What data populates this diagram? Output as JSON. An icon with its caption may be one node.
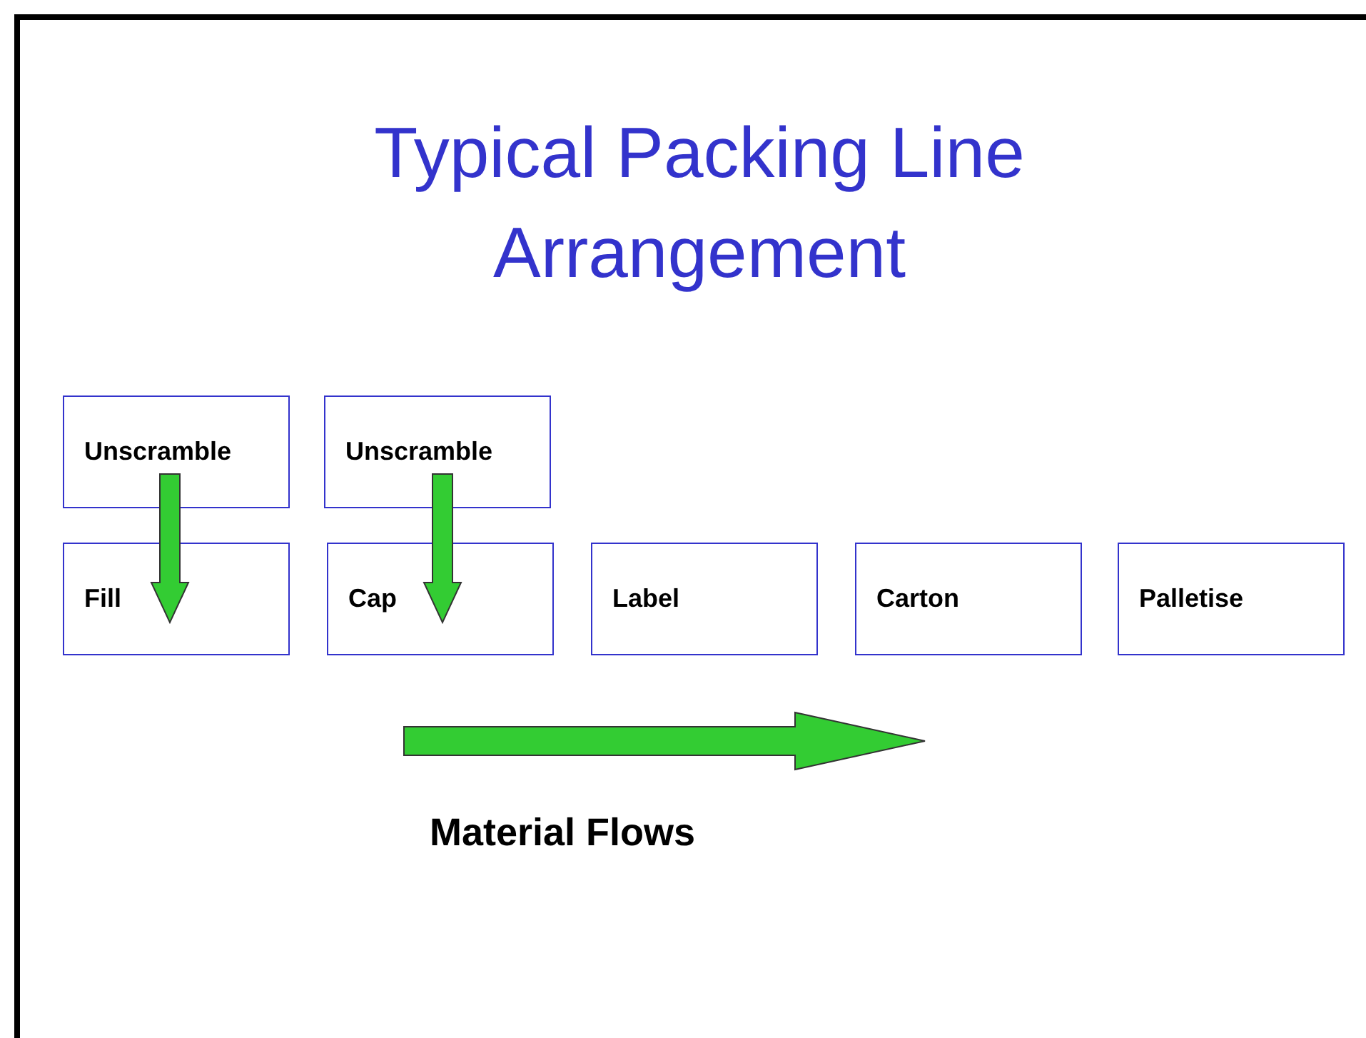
{
  "diagram": {
    "title": "Typical Packing Line Arrangement",
    "nodes": [
      {
        "text": [
          "Unscramble"
        ]
      },
      {
        "text": [
          "Unscramble"
        ]
      },
      {
        "text": [
          "Fill"
        ]
      },
      {
        "text": [
          "Cap"
        ]
      },
      {
        "text": [
          "Label"
        ]
      },
      {
        "text": [
          "Carton"
        ]
      },
      {
        "text": [
          "Palletise"
        ]
      }
    ],
    "edges": [
      {
        "from": 0,
        "to": 2,
        "arrow": "to",
        "style": "thick",
        "color": "#33cc33"
      },
      {
        "from": 1,
        "to": 3,
        "arrow": "to",
        "style": "thick",
        "color": "#33cc33"
      }
    ],
    "labels": [
      "Material Flows"
    ]
  }
}
